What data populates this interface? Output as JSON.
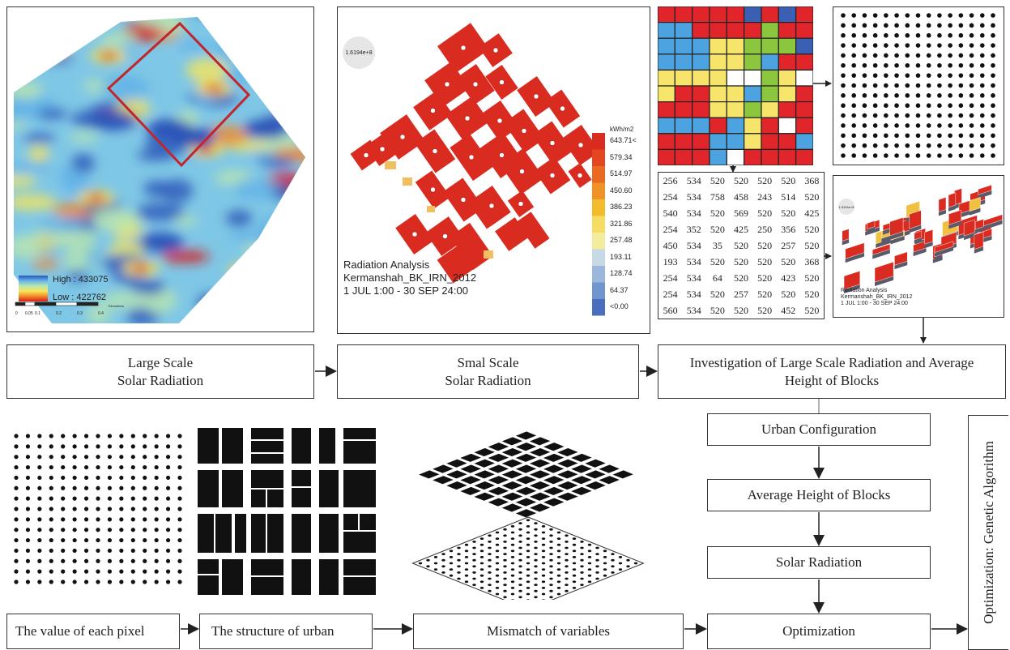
{
  "map_panel": {
    "legend_high": "High : 433075",
    "legend_low": "Low : 422762",
    "scale_ticks": [
      "0",
      "0.05",
      "0.1",
      "0.2",
      "0.3",
      "0.4"
    ],
    "scale_unit": "Kilometers",
    "colors": {
      "ramp": [
        "#2b55b8",
        "#63b3e8",
        "#b9e6b0",
        "#f6e65a",
        "#f28a2a",
        "#d7191c"
      ],
      "frame": "#c0262b"
    }
  },
  "radiation_panel": {
    "badge": "1.6194e+8",
    "unit": "kWh/m2",
    "legend": [
      "643.71<",
      "579.34",
      "514.97",
      "450.60",
      "386.23",
      "321.86",
      "257.48",
      "193.11",
      "128.74",
      "64.37",
      "<0.00"
    ],
    "legend_colors": [
      "#d92b1f",
      "#e4461f",
      "#ea6a22",
      "#f09326",
      "#f4bb2c",
      "#f6dc63",
      "#f3ec9d",
      "#c8d9e6",
      "#9bb8dc",
      "#7196cf",
      "#4a6fbf"
    ],
    "caption": [
      "Radiation Analysis",
      "Kermanshah_BK_IRN_2012",
      "1 JUL 1:00 - 30 SEP 24:00"
    ]
  },
  "matrix_colors": [
    "#e0262b",
    "#4ca3e0",
    "#8cc63f",
    "#f7e46b",
    "#ffffff",
    "#3b5fb3"
  ],
  "value_table": [
    [
      "256",
      "534",
      "520",
      "520",
      "520",
      "520",
      "368"
    ],
    [
      "254",
      "534",
      "758",
      "458",
      "243",
      "514",
      "520"
    ],
    [
      "540",
      "534",
      "520",
      "569",
      "520",
      "520",
      "425"
    ],
    [
      "254",
      "352",
      "520",
      "425",
      "250",
      "356",
      "520"
    ],
    [
      "450",
      "534",
      "35",
      "520",
      "520",
      "257",
      "520"
    ],
    [
      "193",
      "534",
      "520",
      "520",
      "520",
      "520",
      "368"
    ],
    [
      "254",
      "534",
      "64",
      "520",
      "520",
      "423",
      "520"
    ],
    [
      "254",
      "534",
      "520",
      "257",
      "520",
      "520",
      "520"
    ],
    [
      "560",
      "534",
      "520",
      "520",
      "520",
      "452",
      "520"
    ]
  ],
  "model_panel": {
    "badge": "1.6194e+8",
    "caption": [
      "Radiation Analysis",
      "Kermanshah_BK_IRN_2012",
      "1 JUL 1:00 - 30 SEP 24:00"
    ]
  },
  "boxes": {
    "large_scale": "Large Scale\nSolar Radiation",
    "small_scale": "Smal Scale\nSolar Radiation",
    "investigation": "Investigation of Large Scale Radiation and Average\nHeight of Blocks",
    "urban_configuration": "Urban Configuration",
    "average_height": "Average Height of Blocks",
    "solar_radiation": "Solar Radiation",
    "optimization": "Optimization",
    "pixel_value": "The value of each pixel",
    "urban_structure": "The structure of urban",
    "mismatch": "Mismatch of variables",
    "genetic_algorithm": "Optimization: Genetic Algorithm"
  }
}
